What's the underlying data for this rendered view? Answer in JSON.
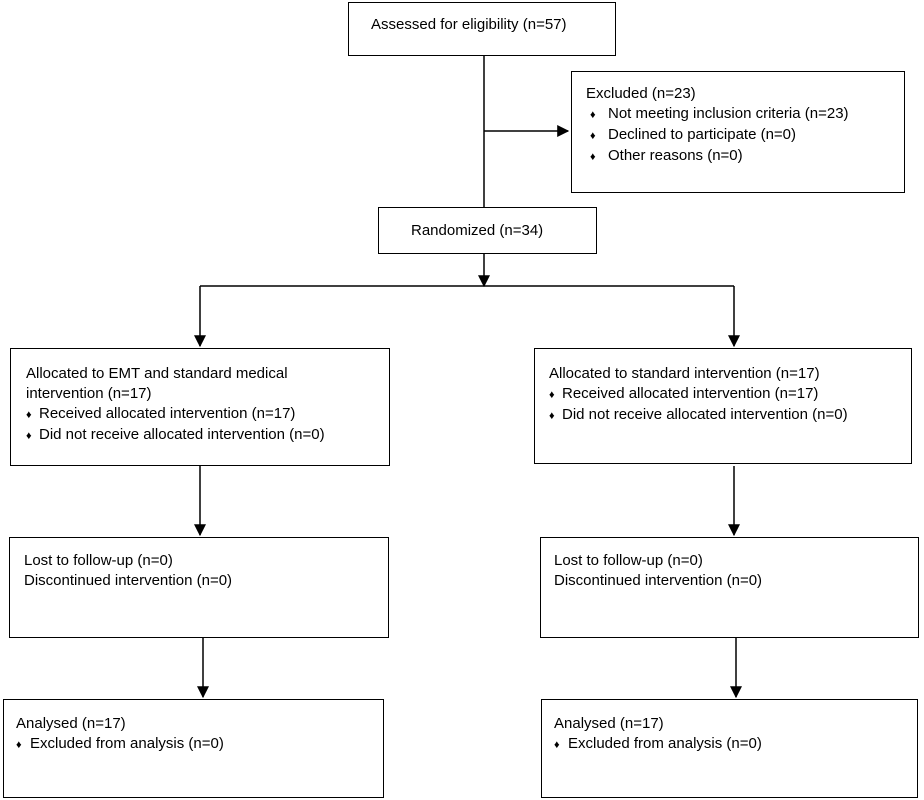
{
  "assessed": {
    "title": "Assessed for eligibility (n=57)"
  },
  "excluded": {
    "title": "Excluded  (n=23)",
    "items": [
      "Not meeting inclusion criteria (n=23)",
      "Declined to participate (n=0)",
      "Other reasons (n=0)"
    ]
  },
  "randomized": {
    "title": "Randomized (n=34)"
  },
  "left": {
    "allocation": {
      "title_line1": "Allocated to EMT and standard medical",
      "title_line2": "intervention (n=17)",
      "items": [
        "Received allocated intervention (n=17)",
        "Did not receive allocated intervention (n=0)"
      ]
    },
    "followup": {
      "lines": [
        "Lost to follow-up (n=0)",
        "Discontinued intervention (n=0)"
      ]
    },
    "analysis": {
      "title": "Analysed  (n=17)",
      "items": [
        "Excluded from analysis (n=0)"
      ]
    }
  },
  "right": {
    "allocation": {
      "title": "Allocated to standard intervention (n=17)",
      "items": [
        "Received allocated intervention (n=17)",
        "Did not receive allocated intervention (n=0)"
      ]
    },
    "followup": {
      "lines": [
        "Lost to follow-up (n=0)",
        "Discontinued intervention (n=0)"
      ]
    },
    "analysis": {
      "title": "Analysed  (n=17)",
      "items": [
        "Excluded from analysis (n=0)"
      ]
    }
  },
  "bullet_glyph": "♦"
}
